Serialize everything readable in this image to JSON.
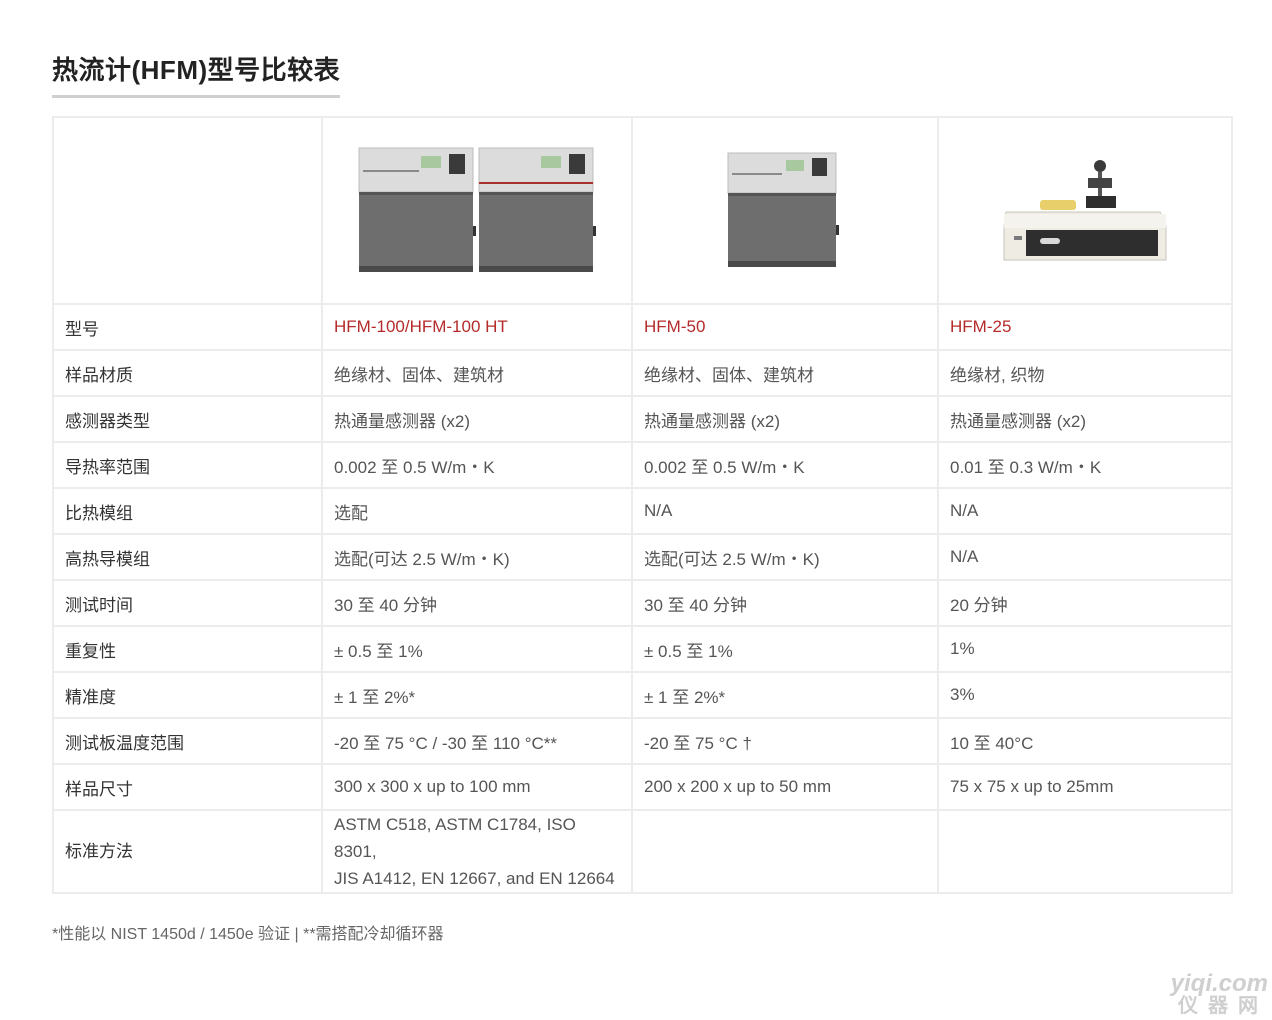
{
  "title": "热流计(HFM)型号比较表",
  "images": {
    "hfm100": "hfm-100-instrument-photo",
    "hfm50": "hfm-50-instrument-photo",
    "hfm25": "hfm-25-instrument-photo",
    "hfm100_tags": [
      "hfm-100",
      "hfm-100"
    ],
    "hfm50_tag": "hfm-50",
    "hfm25_tag": "hfm-25"
  },
  "rows": [
    {
      "label": "型号",
      "c1": "HFM-100/HFM-100 HT",
      "c2": "HFM-50",
      "c3": "HFM-25"
    },
    {
      "label": "样品材质",
      "c1": "绝缘材、固体、建筑材",
      "c2": "绝缘材、固体、建筑材",
      "c3": "绝缘材, 织物"
    },
    {
      "label": "感测器类型",
      "c1": "热通量感测器 (x2)",
      "c2": "热通量感测器 (x2)",
      "c3": "热通量感测器 (x2)"
    },
    {
      "label": "导热率范围",
      "c1": "0.002 至 0.5 W/m・K",
      "c2": "0.002 至 0.5 W/m・K",
      "c3": "0.01 至 0.3 W/m・K"
    },
    {
      "label": "比热模组",
      "c1": "选配",
      "c2": "N/A",
      "c3": "N/A"
    },
    {
      "label": "高热导模组",
      "c1": "选配(可达 2.5 W/m・K)",
      "c2": "选配(可达 2.5 W/m・K)",
      "c3": "N/A"
    },
    {
      "label": "测试时间",
      "c1": "30 至 40 分钟",
      "c2": "30 至 40 分钟",
      "c3": "20 分钟"
    },
    {
      "label": "重复性",
      "c1": "± 0.5 至 1%",
      "c2": "± 0.5 至 1%",
      "c3": "1%"
    },
    {
      "label": "精准度",
      "c1": "± 1 至 2%*",
      "c2": "± 1 至 2%*",
      "c3": "3%"
    },
    {
      "label": "测试板温度范围",
      "c1": "-20 至 75 °C / -30 至 110 °C**",
      "c2": "-20 至 75 °C †",
      "c3": "10 至 40°C"
    },
    {
      "label": "样品尺寸",
      "c1": "300 x 300 x up to 100 mm",
      "c2": "200 x 200 x up to 50 mm",
      "c3": "75 x 75 x up to 25mm"
    },
    {
      "label": "标准方法",
      "c1_line1": "ASTM C518, ASTM C1784, ISO 8301,",
      "c1_line2": "JIS A1412, EN 12667, and EN 12664",
      "c2": "",
      "c3": ""
    }
  ],
  "footnote": "*性能以 NIST 1450d / 1450e 验证 | **需搭配冷却循环器",
  "watermark": {
    "line1": "yiqi.com",
    "line2": "仪器网"
  },
  "colors": {
    "model_red": "#b52a2a",
    "border": "#ececec",
    "instrument_gray": "#6e6e6e",
    "accent_red": "#a8322e"
  }
}
